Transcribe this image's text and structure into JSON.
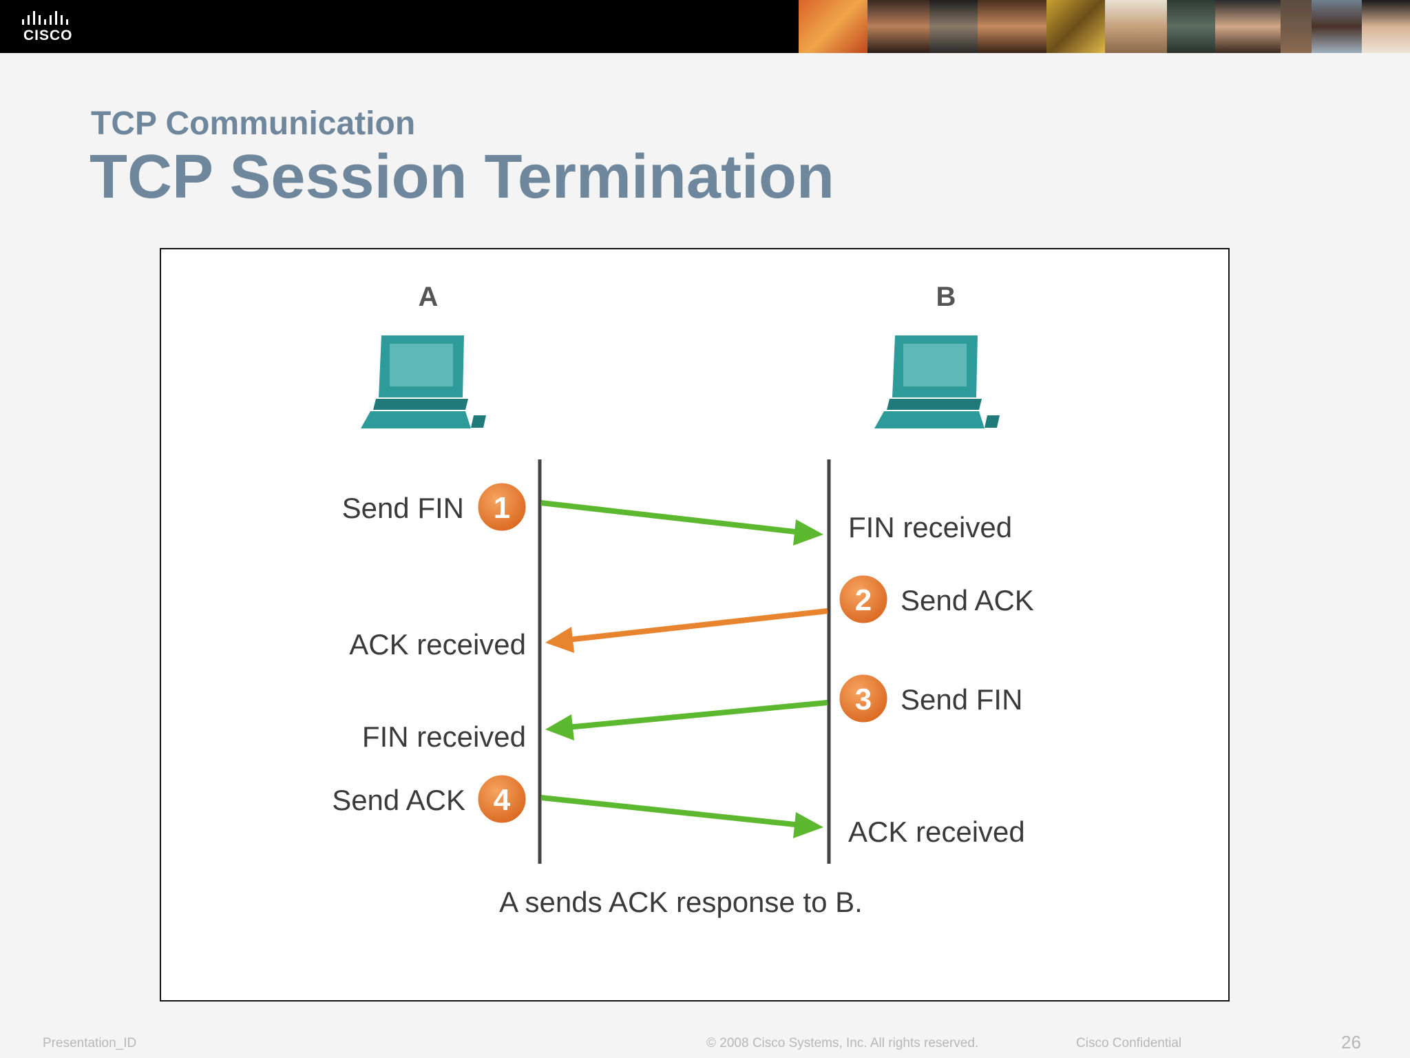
{
  "header": {
    "brand": "CISCO"
  },
  "slide": {
    "subtitle": "TCP Communication",
    "title": "TCP Session Termination"
  },
  "diagram": {
    "host_a": "A",
    "host_b": "B",
    "steps": [
      {
        "number": "1",
        "a_label": "Send FIN",
        "b_label": "FIN received",
        "direction": "A-to-B",
        "color": "#5cb82e"
      },
      {
        "number": "2",
        "b_label": "Send ACK",
        "a_label": "ACK received",
        "direction": "B-to-A",
        "color": "#e8832e"
      },
      {
        "number": "3",
        "b_label": "Send FIN",
        "a_label": "FIN received",
        "direction": "B-to-A",
        "color": "#5cb82e"
      },
      {
        "number": "4",
        "a_label": "Send ACK",
        "b_label": "ACK received",
        "direction": "A-to-B",
        "color": "#5cb82e"
      }
    ],
    "caption": "A sends ACK response to B.",
    "computer_color": "#2e9b9b"
  },
  "footer": {
    "presentation_id": "Presentation_ID",
    "copyright": "© 2008 Cisco Systems, Inc. All rights reserved.",
    "confidential": "Cisco Confidential",
    "page_number": "26"
  }
}
